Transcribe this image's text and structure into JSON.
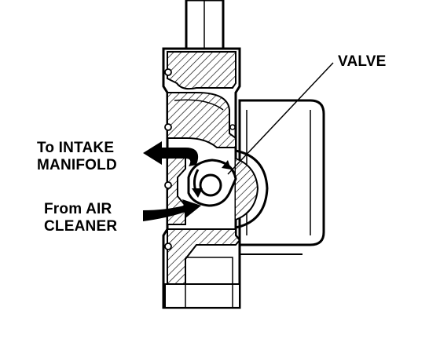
{
  "labels": {
    "valve": "VALVE",
    "to_intake_line1": "To INTAKE",
    "to_intake_line2": "MANIFOLD",
    "from_air_line1": "From AIR",
    "from_air_line2": "CLEANER"
  }
}
